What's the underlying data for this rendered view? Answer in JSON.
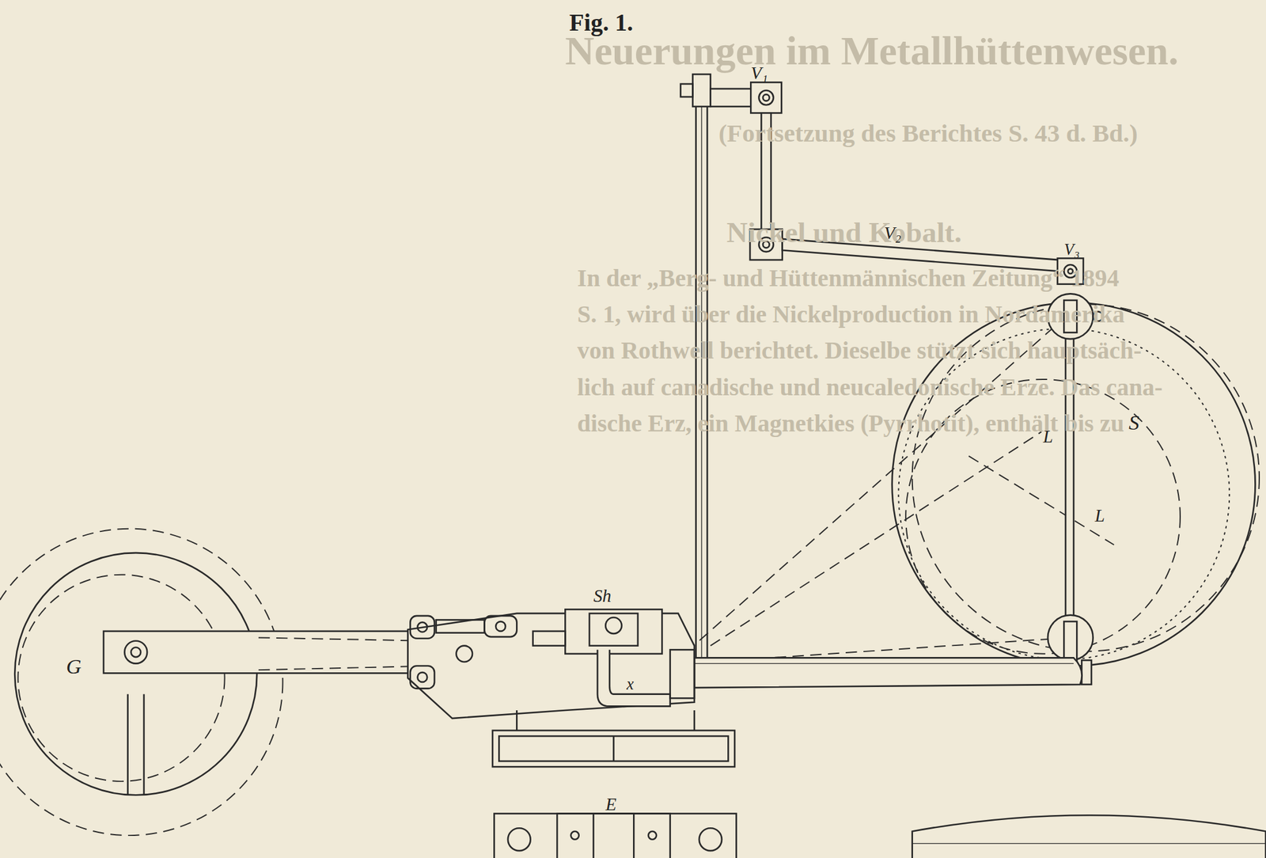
{
  "diagram": {
    "title": "Fig. 1.",
    "labels": [
      "Neuerungen im Metallhüttenwesen.",
      "(Fortsetzung des Berichtes S. 43 d. Bd.)",
      "Nickel und Kobalt.",
      "In der „Berg- und Hüttenmännischen Zeitung“ 1894",
      "S. 1, wird über die Nickelproduction in Nordamerika",
      "von Rothwell berichtet. Dieselbe stützt sich hauptsäch-",
      "lich auf canadische und neucaledonische Erze. Das cana-",
      "dische Erz, ein Magnetkies (Pyrrhotit), enthält bis zu",
      "V₁",
      "V₂",
      "V₃",
      "S",
      "L",
      "L",
      "Sh",
      "x",
      "G",
      "E"
    ]
  }
}
